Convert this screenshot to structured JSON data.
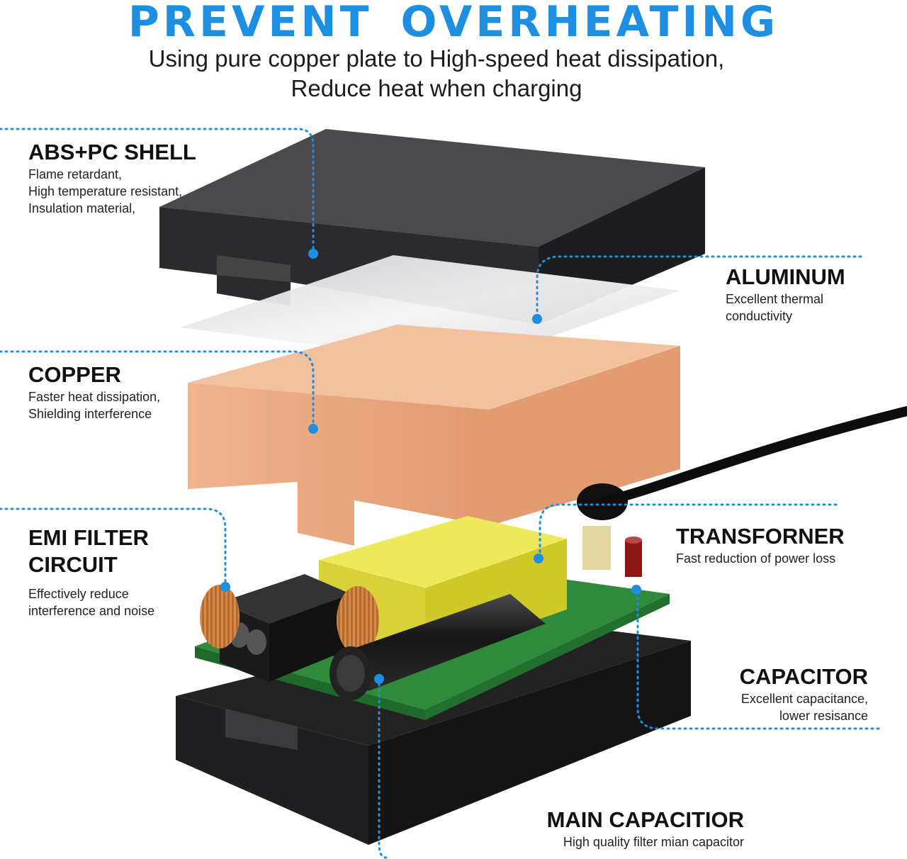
{
  "header": {
    "title": "PREVENT  OVERHEATING",
    "subtitle_line1": "Using pure copper plate to High-speed heat dissipation,",
    "subtitle_line2": "Reduce heat when charging"
  },
  "callouts": {
    "shell": {
      "title": "ABS+PC SHELL",
      "lines": [
        "Flame retardant,",
        "High temperature resistant,",
        "Insulation material,"
      ]
    },
    "aluminum": {
      "title": "ALUMINUM",
      "lines": [
        "Excellent thermal",
        "conductivity"
      ]
    },
    "copper": {
      "title": "COPPER",
      "lines": [
        "Faster heat dissipation,",
        "Shielding interference"
      ]
    },
    "emi": {
      "title_line1": "EMI FILTER",
      "title_line2": "CIRCUIT",
      "lines": [
        "Effectively reduce",
        "interference and noise"
      ]
    },
    "transformer": {
      "title": "TRANSFORNER",
      "lines": [
        "Fast reduction of power loss"
      ]
    },
    "capacitor": {
      "title": "CAPACITOR",
      "lines": [
        "Excellent capacitance,",
        "lower resisance"
      ]
    },
    "main_cap": {
      "title": "MAIN CAPACITIOR",
      "lines": [
        "High quality filter mian capacitor"
      ]
    }
  },
  "colors": {
    "accent_blue": "#1e8fe0",
    "shell_black": "#2a2a2c",
    "copper": "#e9a47d",
    "pcb_green": "#2f8a3c",
    "transformer_yellow": "#e6e23a"
  }
}
